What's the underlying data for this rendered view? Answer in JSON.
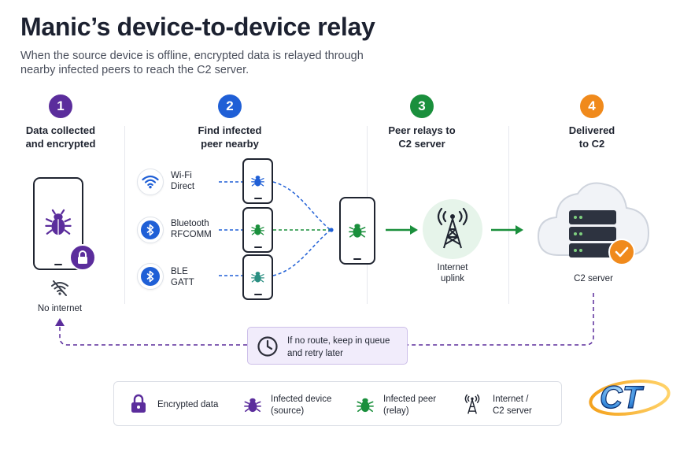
{
  "header": {
    "title": "Manic’s device-to-device relay",
    "subtitle": "When the source device is offline, encrypted data is relayed through nearby infected peers to reach the C2 server."
  },
  "steps": [
    {
      "number": "1",
      "label_line1": "Data collected",
      "label_line2": "and encrypted",
      "color": "#5b2d9c"
    },
    {
      "number": "2",
      "label_line1": "Find infected",
      "label_line2": "peer nearby",
      "color": "#1f5fd6"
    },
    {
      "number": "3",
      "label_line1": "Peer relays to",
      "label_line2": "C2 server",
      "color": "#1a8f3c"
    },
    {
      "number": "4",
      "label_line1": "Delivered",
      "label_line2": "to C2",
      "color": "#f08a1c"
    }
  ],
  "source": {
    "status_label": "No internet"
  },
  "channels": [
    {
      "line1": "Wi-Fi",
      "line2": "Direct",
      "icon": "wifi-icon"
    },
    {
      "line1": "Bluetooth",
      "line2": "RFCOMM",
      "icon": "bluetooth-icon"
    },
    {
      "line1": "BLE",
      "line2": "GATT",
      "icon": "bluetooth-icon"
    }
  ],
  "uplink": {
    "line1": "Internet",
    "line2": "uplink"
  },
  "server": {
    "label": "C2 server"
  },
  "retry": {
    "line1": "If no route, keep in queue",
    "line2": "and retry later"
  },
  "legend": [
    {
      "line1": "Encrypted data",
      "line2": "",
      "icon": "lock-icon"
    },
    {
      "line1": "Infected device",
      "line2": "(source)",
      "icon": "bug-icon"
    },
    {
      "line1": "Infected peer",
      "line2": "(relay)",
      "icon": "bug-icon"
    },
    {
      "line1": "Internet /",
      "line2": "C2 server",
      "icon": "antenna-icon"
    }
  ],
  "colors": {
    "purple": "#5b2d9c",
    "blue": "#1f5fd6",
    "green": "#1a8f3c",
    "orange": "#f08a1c",
    "teal": "#2b8f82",
    "dark": "#1f2430"
  }
}
